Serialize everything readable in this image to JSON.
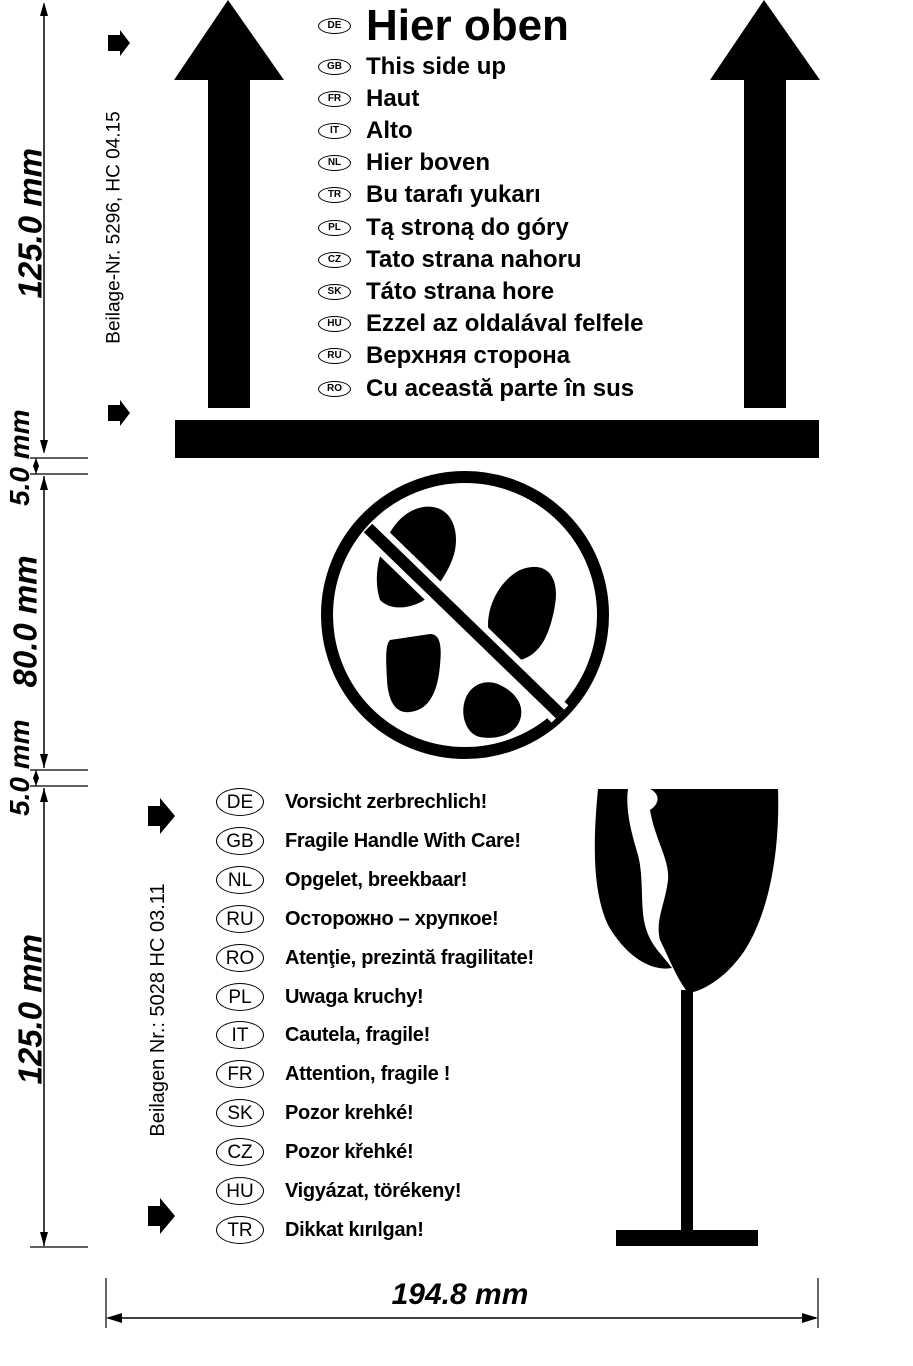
{
  "dimensions": {
    "top_height": "125.0 mm",
    "gap1": "5.0 mm",
    "middle_height": "80.0 mm",
    "gap2": "5.0 mm",
    "bottom_height": "125.0 mm",
    "width": "194.8 mm"
  },
  "top_label": {
    "reference": "Beilage-Nr. 5296, HC 04.15",
    "items": [
      {
        "code": "DE",
        "text": "Hier oben"
      },
      {
        "code": "GB",
        "text": "This side up"
      },
      {
        "code": "FR",
        "text": "Haut"
      },
      {
        "code": "IT",
        "text": "Alto"
      },
      {
        "code": "NL",
        "text": "Hier boven"
      },
      {
        "code": "TR",
        "text": "Bu tarafı yukarı"
      },
      {
        "code": "PL",
        "text": "Tą stroną do góry"
      },
      {
        "code": "CZ",
        "text": "Tato strana nahoru"
      },
      {
        "code": "SK",
        "text": "Táto strana hore"
      },
      {
        "code": "HU",
        "text": "Ezzel az oldalával felfele"
      },
      {
        "code": "RU",
        "text": "Верхняя сторона"
      },
      {
        "code": "RO",
        "text": "Cu această parte în sus"
      }
    ]
  },
  "bottom_label": {
    "reference": "Beilagen Nr.: 5028 HC 03.11",
    "items": [
      {
        "code": "DE",
        "text": "Vorsicht  zerbrechlich!"
      },
      {
        "code": "GB",
        "text": "Fragile  Handle With Care!"
      },
      {
        "code": "NL",
        "text": "Opgelet,  breekbaar!"
      },
      {
        "code": "RU",
        "text": "Осторожно  – хрупкое!"
      },
      {
        "code": "RO",
        "text": "Atenţie,  prezintă fragilitate!"
      },
      {
        "code": "PL",
        "text": "Uwaga  kruchy!"
      },
      {
        "code": "IT",
        "text": "Cautela,  fragile!"
      },
      {
        "code": "FR",
        "text": "Attention,  fragile !"
      },
      {
        "code": "SK",
        "text": "Pozor  krehké!"
      },
      {
        "code": "CZ",
        "text": "Pozor  křehké!"
      },
      {
        "code": "HU",
        "text": "Vigyázat,  törékeny!"
      },
      {
        "code": "TR",
        "text": "Dikkat  kırılgan!"
      }
    ]
  }
}
